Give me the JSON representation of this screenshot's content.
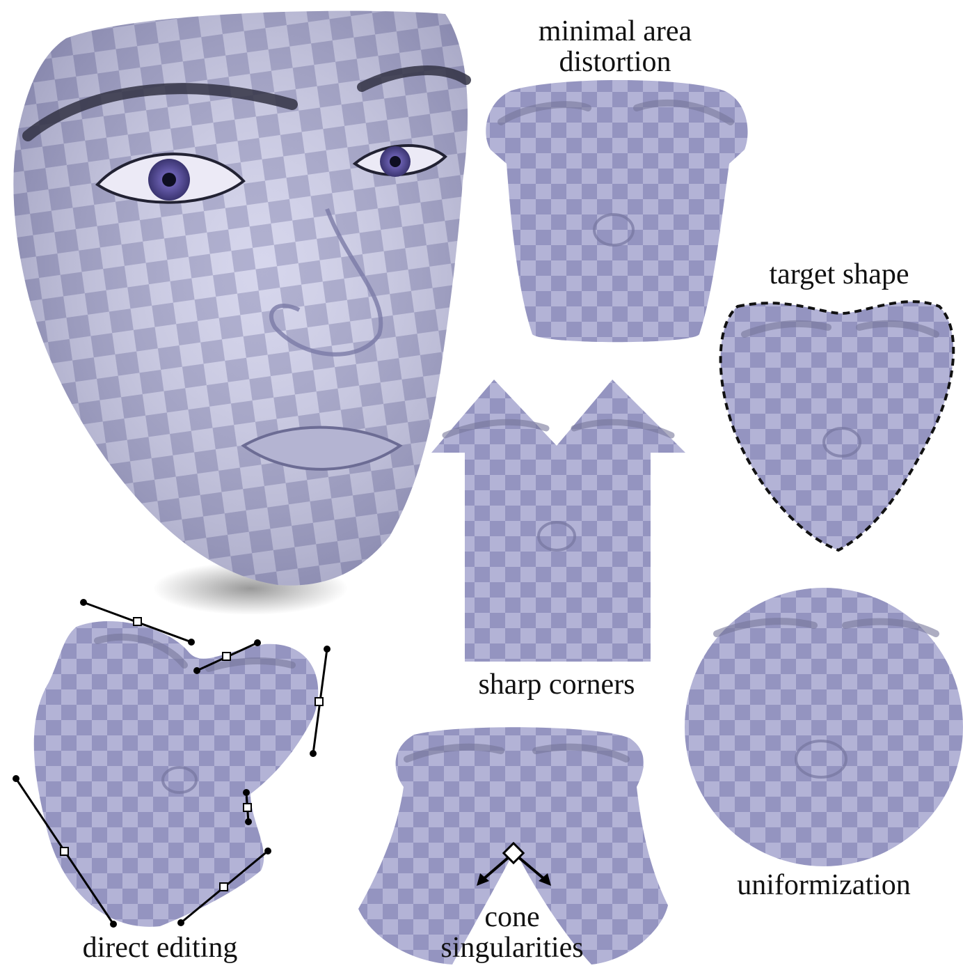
{
  "labels": {
    "minimal_area_line1": "minimal area",
    "minimal_area_line2": "distortion",
    "target_shape": "target shape",
    "sharp_corners": "sharp corners",
    "uniformization": "uniformization",
    "cone_line1": "cone",
    "cone_line2": "singularities",
    "direct_editing": "direct editing"
  },
  "colors": {
    "skin_light": "#cfcfe9",
    "skin_dark": "#a3a3c8",
    "flat_light": "#b3b3d6",
    "flat_dark": "#9494c0",
    "outline": "#000000",
    "background": "#ffffff"
  }
}
